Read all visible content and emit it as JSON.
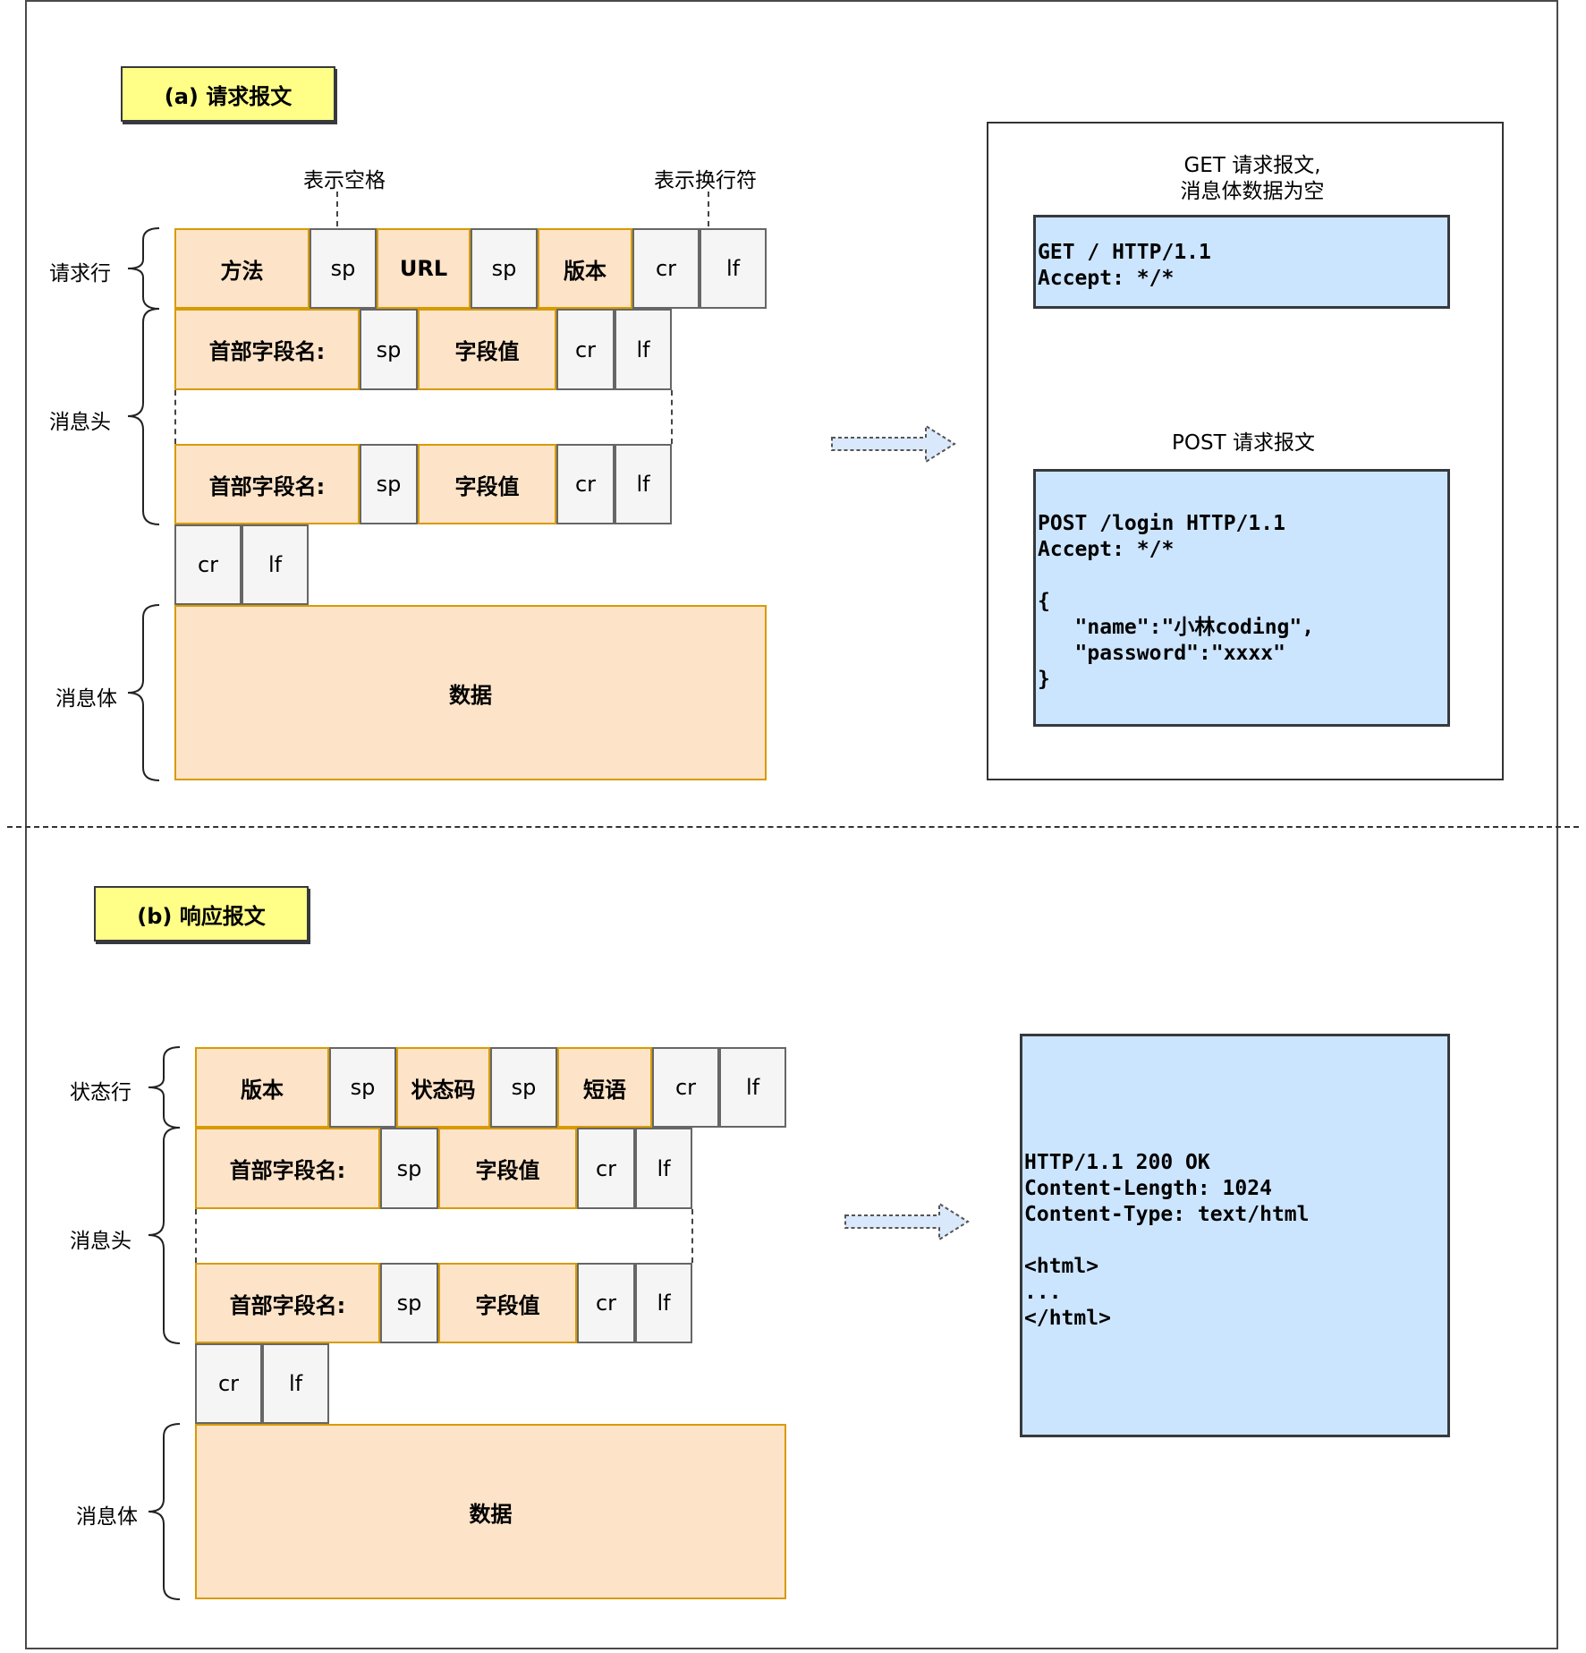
{
  "request": {
    "title": "(a) 请求报文",
    "request_line_label": "请求行",
    "headers_label": "消息头",
    "body_label": "消息体",
    "note_space": "表示空格",
    "note_newline": "表示换行符",
    "request_line": [
      "方法",
      "sp",
      "URL",
      "sp",
      "版本",
      "cr",
      "lf"
    ],
    "header_row": [
      "首部字段名:",
      "sp",
      "字段值",
      "cr",
      "lf"
    ],
    "blank_line": [
      "cr",
      "lf"
    ],
    "body": "数据",
    "get_caption": "GET 请求报文,\n消息体数据为空",
    "get_code": "GET / HTTP/1.1\nAccept: */*",
    "post_caption": "POST 请求报文",
    "post_code": "POST /login HTTP/1.1\nAccept: */*\n\n{\n   \"name\":\"小林coding\",\n   \"password\":\"xxxx\"\n}"
  },
  "response": {
    "title": "(b) 响应报文",
    "status_line_label": "状态行",
    "headers_label": "消息头",
    "body_label": "消息体",
    "status_line": [
      "版本",
      "sp",
      "状态码",
      "sp",
      "短语",
      "cr",
      "lf"
    ],
    "header_row": [
      "首部字段名:",
      "sp",
      "字段值",
      "cr",
      "lf"
    ],
    "blank_line": [
      "cr",
      "lf"
    ],
    "body": "数据",
    "code": "HTTP/1.1 200 OK\nContent-Length: 1024\nContent-Type: text/html\n\n<html>\n...\n</html>"
  },
  "colors": {
    "field_fill": "#fde3c8",
    "field_border": "#d79b00",
    "sep_fill": "#f5f5f5",
    "code_fill": "#cce5ff",
    "label_fill": "#ffff88",
    "arrow_fill": "#dae8fc"
  }
}
